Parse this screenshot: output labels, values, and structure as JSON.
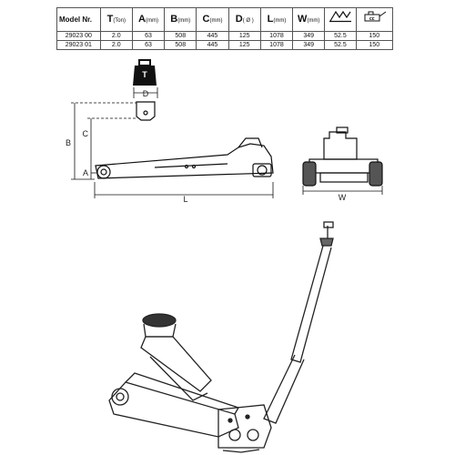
{
  "table": {
    "header": {
      "model": "Model Nr.",
      "t": {
        "letter": "T",
        "unit": "(Ton)"
      },
      "a": {
        "letter": "A",
        "unit": "(mm)"
      },
      "b": {
        "letter": "B",
        "unit": "(mm)"
      },
      "c": {
        "letter": "C",
        "unit": "(mm)"
      },
      "d": {
        "letter": "D",
        "unit": "( Ø )"
      },
      "l": {
        "letter": "L",
        "unit": "(mm)"
      },
      "w": {
        "letter": "W",
        "unit": "(mm)"
      }
    },
    "rows": [
      [
        "29023 00",
        "2.0",
        "63",
        "508",
        "445",
        "125",
        "1078",
        "349",
        "52.5",
        "150"
      ],
      [
        "29023 01",
        "2.0",
        "63",
        "508",
        "445",
        "125",
        "1078",
        "349",
        "52.5",
        "150"
      ]
    ]
  },
  "drawing": {
    "labels": {
      "a": "A",
      "b": "B",
      "c": "C",
      "d": "D",
      "l": "L",
      "w": "W",
      "weight": "T"
    }
  }
}
